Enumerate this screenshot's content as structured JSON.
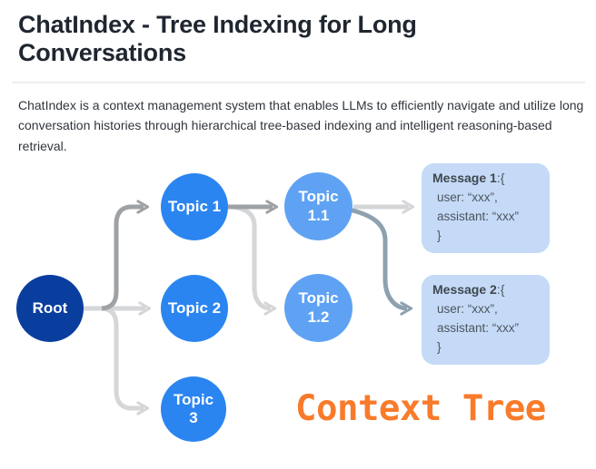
{
  "header": {
    "title": "ChatIndex - Tree Indexing for Long Conversations"
  },
  "intro": {
    "text": "ChatIndex is a context management system that enables LLMs to efficiently navigate and utilize long conversation histories through hierarchical tree-based indexing and intelligent reasoning-based retrieval."
  },
  "diagram": {
    "caption": "Context Tree",
    "nodes": {
      "root": {
        "label": "Root",
        "color": "#0a3e9e"
      },
      "topic1": {
        "label": "Topic 1",
        "color": "#2b85f0"
      },
      "topic2": {
        "label": "Topic 2",
        "color": "#2b85f0"
      },
      "topic3": {
        "label": "Topic\n3",
        "color": "#2b85f0"
      },
      "topic11": {
        "label": "Topic\n1.1",
        "color": "#5fa2f3"
      },
      "topic12": {
        "label": "Topic\n1.2",
        "color": "#5fa2f3"
      }
    },
    "messages": [
      {
        "title": "Message 1",
        "brace": ":{",
        "lines": [
          "user: “xxx”,",
          "assistant: “xxx”",
          "}"
        ]
      },
      {
        "title": "Message 2",
        "brace": ":{",
        "lines": [
          "user: “xxx”,",
          "assistant: “xxx”",
          "}"
        ]
      }
    ],
    "colors": {
      "arrow_light": "#d4d6d8",
      "arrow_dark": "#9fa2a5",
      "arrow_slate": "#8ea1af",
      "message_bg": "#c4daf7",
      "caption": "#f87b2b"
    }
  }
}
